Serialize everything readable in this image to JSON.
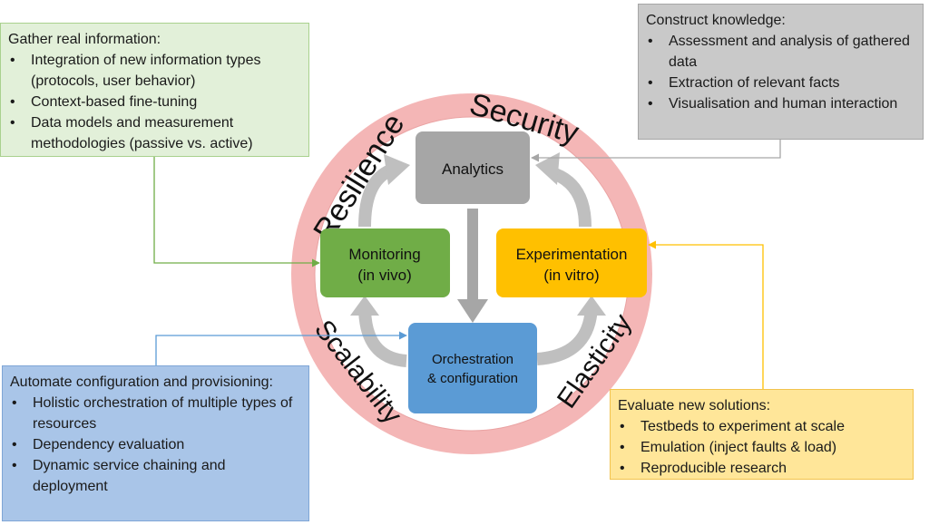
{
  "ring": {
    "security": "Security",
    "resilience": "Resilience",
    "scalability": "Scalability",
    "elasticity": "Elasticity"
  },
  "nodes": {
    "analytics": {
      "lines": [
        "Analytics"
      ],
      "color": "#a6a6a6"
    },
    "monitoring": {
      "lines": [
        "Monitoring",
        "(in vivo)"
      ],
      "color": "#70ad47"
    },
    "experimentation": {
      "lines": [
        "Experimentation",
        "(in vitro)"
      ],
      "color": "#ffc000"
    },
    "orchestration": {
      "lines": [
        "Orchestration",
        "& configuration"
      ],
      "color": "#5b9bd5"
    }
  },
  "panels": {
    "gather": {
      "heading": "Gather real information:",
      "items": [
        "Integration of new information types (protocols, user behavior)",
        "Context-based fine-tuning",
        "Data models and measurement methodologies (passive vs. active)"
      ]
    },
    "construct": {
      "heading": "Construct knowledge:",
      "items": [
        "Assessment and analysis of gathered data",
        "Extraction of relevant facts",
        "Visualisation and human interaction"
      ]
    },
    "automate": {
      "heading": "Automate configuration and provisioning:",
      "items": [
        "Holistic orchestration of multiple types of resources",
        "Dependency evaluation",
        "Dynamic service chaining and deployment"
      ]
    },
    "evaluate": {
      "heading": "Evaluate new solutions:",
      "items": [
        "Testbeds to experiment at scale",
        "Emulation (inject faults & load)",
        "Reproducible research"
      ]
    }
  },
  "colors": {
    "ring": "#f4b6b6",
    "cycle_arrow": "#bfbfbf",
    "connector_gather": "#70ad47",
    "connector_construct": "#a6a6a6",
    "connector_automate": "#5b9bd5",
    "connector_evaluate": "#ffc000"
  }
}
